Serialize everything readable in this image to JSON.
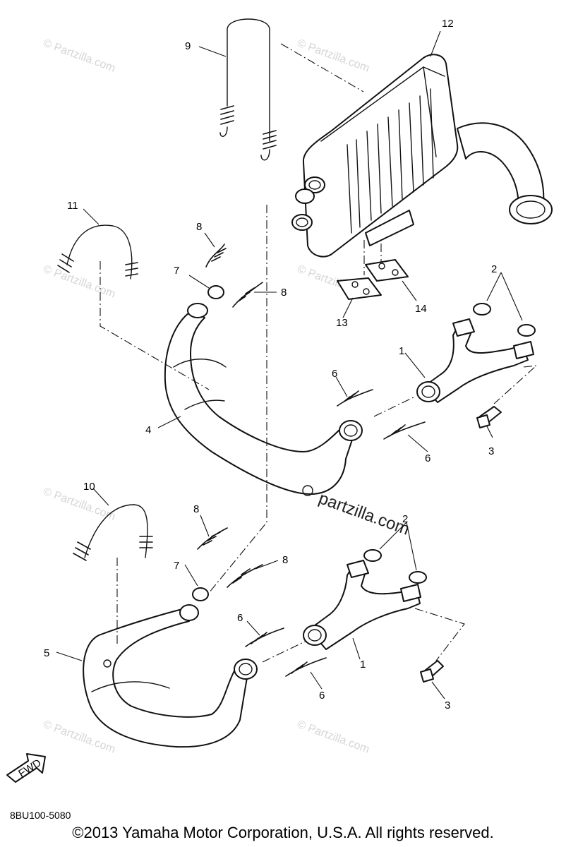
{
  "diagram": {
    "code": "8BU100-5080",
    "copyright": "©2013 Yamaha Motor Corporation, U.S.A. All rights reserved.",
    "watermark": "© Partzilla.com",
    "watermark_center": "partzilla.com",
    "fwd_label": "FWD",
    "callouts": {
      "c1a": "1",
      "c1b": "1",
      "c2a": "2",
      "c2b": "2",
      "c3a": "3",
      "c3b": "3",
      "c4": "4",
      "c5": "5",
      "c6a": "6",
      "c6b": "6",
      "c6c": "6",
      "c6d": "6",
      "c7a": "7",
      "c7b": "7",
      "c8a": "8",
      "c8b": "8",
      "c8c": "8",
      "c8d": "8",
      "c9": "9",
      "c10": "10",
      "c11": "11",
      "c12": "12",
      "c13": "13",
      "c14": "14"
    }
  }
}
